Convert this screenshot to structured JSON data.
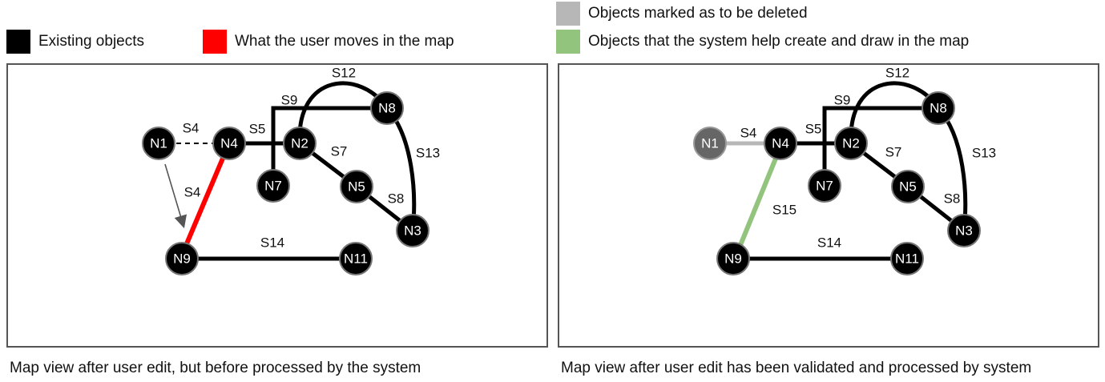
{
  "colors": {
    "existing": "#000000",
    "user_moved": "#ff0000",
    "deleted": "#b7b7b7",
    "system_created": "#93c47d",
    "arrow": "#555555",
    "panel_border": "#555555",
    "node_fill": "#000000",
    "deleted_node_fill": "#666666"
  },
  "legend": {
    "existing": "Existing objects",
    "user_moved": "What the user moves in the map",
    "deleted": "Objects marked as to be deleted",
    "system_created": "Objects that the system help create and draw in the map"
  },
  "captions": {
    "left": "Map view after user edit, but before processed by the system",
    "right": "Map view after user edit has been validated and processed by system"
  },
  "panels": [
    {
      "id": "before",
      "nodes": [
        {
          "id": "N1",
          "label": "N1",
          "state": "existing"
        },
        {
          "id": "N4",
          "label": "N4",
          "state": "existing"
        },
        {
          "id": "N2",
          "label": "N2",
          "state": "existing"
        },
        {
          "id": "N8",
          "label": "N8",
          "state": "existing"
        },
        {
          "id": "N7",
          "label": "N7",
          "state": "existing"
        },
        {
          "id": "N5",
          "label": "N5",
          "state": "existing"
        },
        {
          "id": "N3",
          "label": "N3",
          "state": "existing"
        },
        {
          "id": "N9",
          "label": "N9",
          "state": "existing"
        },
        {
          "id": "N11",
          "label": "N11",
          "state": "existing"
        }
      ],
      "edges": [
        {
          "id": "S4",
          "label": "S4",
          "state": "dashed"
        },
        {
          "id": "S4b",
          "label": "S4",
          "state": "user_moved"
        },
        {
          "id": "S5",
          "label": "S5",
          "state": "existing"
        },
        {
          "id": "S7",
          "label": "S7",
          "state": "existing"
        },
        {
          "id": "S8",
          "label": "S8",
          "state": "existing"
        },
        {
          "id": "S9",
          "label": "S9",
          "state": "existing"
        },
        {
          "id": "S12",
          "label": "S12",
          "state": "existing"
        },
        {
          "id": "S13",
          "label": "S13",
          "state": "existing"
        },
        {
          "id": "S14",
          "label": "S14",
          "state": "existing"
        }
      ]
    },
    {
      "id": "after",
      "nodes": [
        {
          "id": "N1",
          "label": "N1",
          "state": "deleted"
        },
        {
          "id": "N4",
          "label": "N4",
          "state": "existing"
        },
        {
          "id": "N2",
          "label": "N2",
          "state": "existing"
        },
        {
          "id": "N8",
          "label": "N8",
          "state": "existing"
        },
        {
          "id": "N7",
          "label": "N7",
          "state": "existing"
        },
        {
          "id": "N5",
          "label": "N5",
          "state": "existing"
        },
        {
          "id": "N3",
          "label": "N3",
          "state": "existing"
        },
        {
          "id": "N9",
          "label": "N9",
          "state": "existing"
        },
        {
          "id": "N11",
          "label": "N11",
          "state": "existing"
        }
      ],
      "edges": [
        {
          "id": "S4",
          "label": "S4",
          "state": "deleted"
        },
        {
          "id": "S15",
          "label": "S15",
          "state": "system_created"
        },
        {
          "id": "S5",
          "label": "S5",
          "state": "existing"
        },
        {
          "id": "S7",
          "label": "S7",
          "state": "existing"
        },
        {
          "id": "S8",
          "label": "S8",
          "state": "existing"
        },
        {
          "id": "S9",
          "label": "S9",
          "state": "existing"
        },
        {
          "id": "S12",
          "label": "S12",
          "state": "existing"
        },
        {
          "id": "S13",
          "label": "S13",
          "state": "existing"
        },
        {
          "id": "S14",
          "label": "S14",
          "state": "existing"
        }
      ]
    }
  ]
}
